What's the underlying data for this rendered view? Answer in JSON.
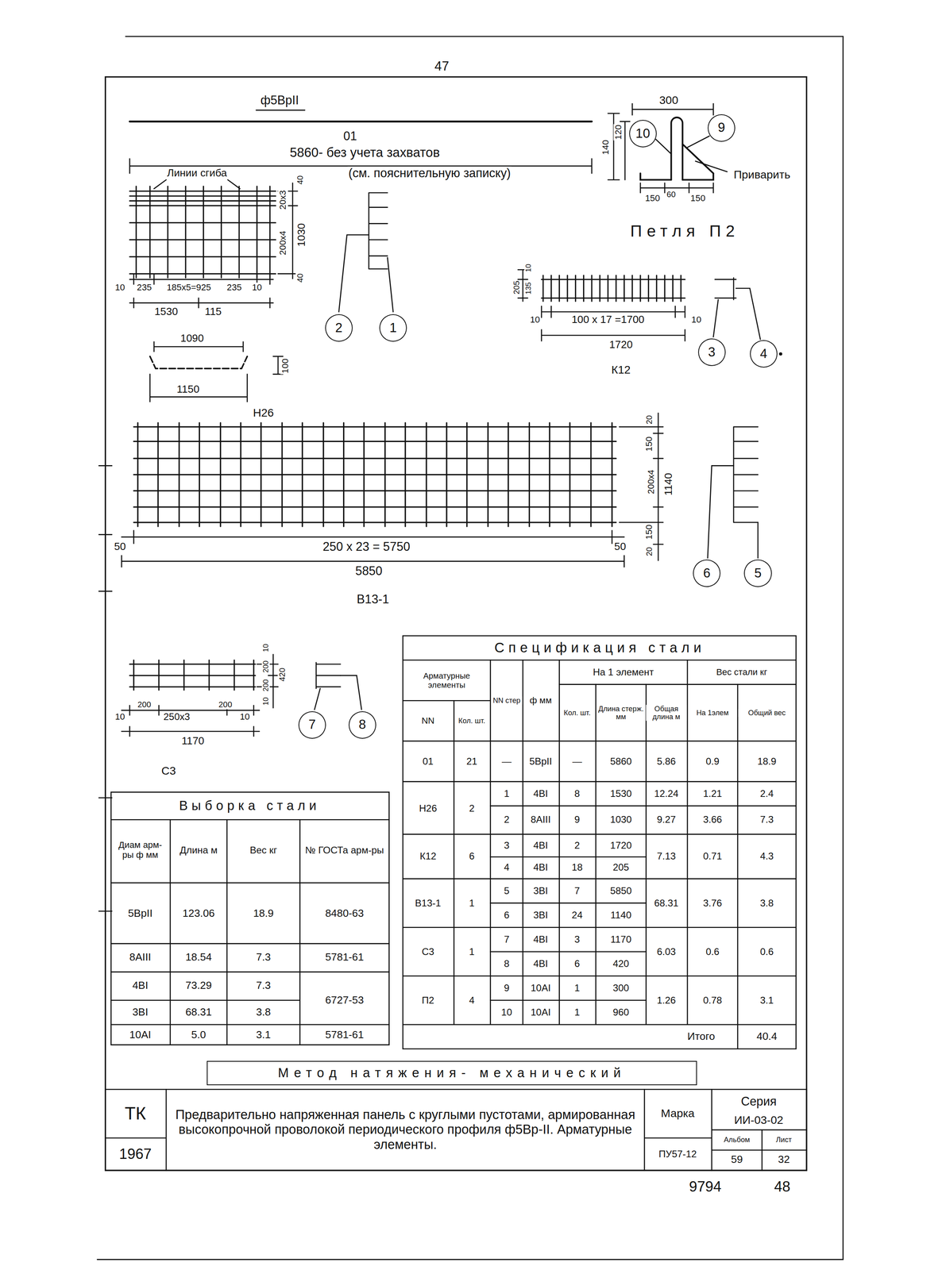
{
  "diagram": {
    "title": "Предварительно напряженная панель с круглыми пустотами, армированная высокопрочной проволокой периодического профиля ф5Вр-II. Арматурные элементы.",
    "nodes": [
      {
        "text": [
          "10"
        ]
      },
      {
        "text": [
          "9"
        ]
      },
      {
        "text": [
          "2"
        ]
      },
      {
        "text": [
          "1"
        ]
      },
      {
        "text": [
          "3"
        ]
      },
      {
        "text": [
          "4"
        ]
      },
      {
        "text": [
          "6"
        ]
      },
      {
        "text": [
          "5"
        ]
      },
      {
        "text": [
          "7"
        ]
      },
      {
        "text": [
          "8"
        ]
      },
      {
        "text": [
          "Метод натяжения- механический"
        ]
      }
    ],
    "labels": [
      "47",
      "ф5ВрII",
      "01",
      "5860- без учета захватов",
      "Линии сгиба",
      "(см. пояснительную записку)",
      "20х3",
      "200х4",
      "1030",
      "40",
      "40",
      "10",
      "235",
      "185х5=925",
      "235",
      "10",
      "1530",
      "115",
      "1090",
      "100",
      "1150",
      "Н26",
      "300",
      "140",
      "120",
      "Приварить",
      "150",
      "60",
      "150",
      "Петля П2",
      "205",
      "10",
      "135",
      "10",
      "100 х 17 =1700",
      "10",
      "1720",
      "К12",
      "20",
      "150",
      "200х4",
      "1140",
      "150",
      "20",
      "50",
      "250 х 23 = 5750",
      "50",
      "5850",
      "В13-1",
      "10",
      "200",
      "420",
      "200",
      "10",
      "10",
      "200",
      "250х3",
      "200",
      "10",
      "1170",
      "С3",
      "Выборка стали",
      "Диам арм-ры ф мм",
      "Длина м",
      "Вес кг",
      "№ ГОСТа арм-ры",
      "5ВрII",
      "123.06",
      "18.9",
      "8480-63",
      "8АIII",
      "18.54",
      "7.3",
      "5781-61",
      "4ВI",
      "73.29",
      "7.3",
      "6727-53",
      "3ВI",
      "68.31",
      "3.8",
      "10АI",
      "5.0",
      "3.1",
      "5781-61",
      "Спецификация стали",
      "Арматурные элементы",
      "NN",
      "Кол. шт.",
      "NN стер",
      "ф мм",
      "На 1 элемент",
      "Кол. шт.",
      "Длина стерж. мм",
      "Общая длина м",
      "Вес стали кг",
      "На 1элем",
      "Общий вес",
      "01",
      "21",
      "—",
      "5ВрII",
      "—",
      "5860",
      "5.86",
      "0.9",
      "18.9",
      "Н26",
      "2",
      "1",
      "4ВI",
      "8",
      "1530",
      "12.24",
      "1.21",
      "2.4",
      "2",
      "8АIII",
      "9",
      "1030",
      "9.27",
      "3.66",
      "7.3",
      "К12",
      "6",
      "3",
      "4ВI",
      "2",
      "1720",
      "4",
      "4ВI",
      "18",
      "205",
      "7.13",
      "0.71",
      "4.3",
      "В13-1",
      "1",
      "5",
      "3ВI",
      "7",
      "5850",
      "6",
      "3ВI",
      "24",
      "1140",
      "68.31",
      "3.76",
      "3.8",
      "С3",
      "1",
      "7",
      "4ВI",
      "3",
      "1170",
      "8",
      "4ВI",
      "6",
      "420",
      "6.03",
      "0.6",
      "0.6",
      "П2",
      "4",
      "9",
      "10АI",
      "1",
      "300",
      "10",
      "10АI",
      "1",
      "960",
      "1.26",
      "0.78",
      "3.1",
      "Итого",
      "40.4",
      "ТК",
      "1967",
      "Марка",
      "ПУ57-12",
      "Серия",
      "ИИ-03-02",
      "Альбом",
      "Лист",
      "59",
      "32",
      "9794",
      "48"
    ]
  }
}
